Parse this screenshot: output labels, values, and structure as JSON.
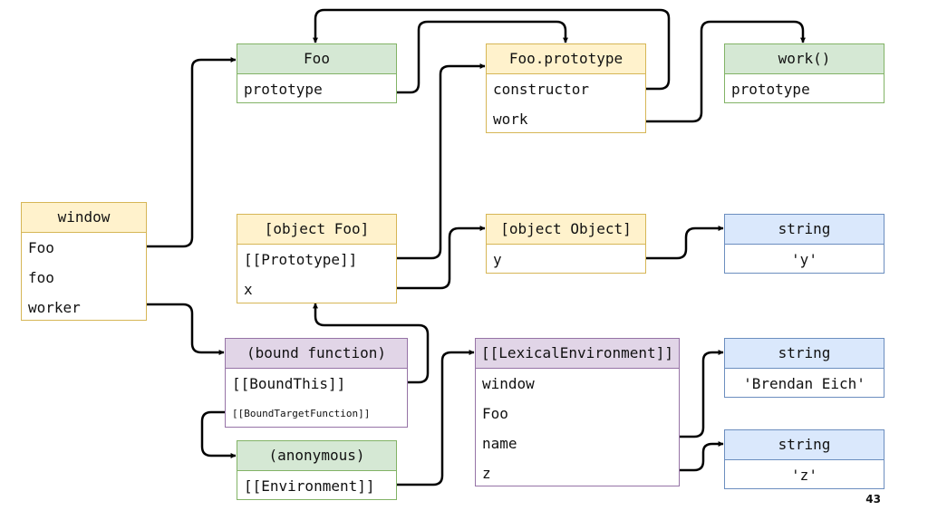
{
  "boxes": {
    "window": {
      "title": "window",
      "rows": [
        "Foo",
        "foo",
        "worker"
      ]
    },
    "foo_fn": {
      "title": "Foo",
      "rows": [
        "prototype"
      ]
    },
    "foo_prototype": {
      "title": "Foo.prototype",
      "rows": [
        "constructor",
        "work"
      ]
    },
    "work_fn": {
      "title": "work()",
      "rows": [
        "prototype"
      ]
    },
    "object_foo": {
      "title": "[object Foo]",
      "rows": [
        "[[Prototype]]",
        "x"
      ]
    },
    "object_object": {
      "title": "[object Object]",
      "rows": [
        "y"
      ]
    },
    "string_y": {
      "title": "string",
      "rows": [
        "'y'"
      ]
    },
    "bound_function": {
      "title": "(bound function)",
      "rows": [
        "[[BoundThis]]",
        "[[BoundTargetFunction]]"
      ]
    },
    "lexical_env": {
      "title": "[[LexicalEnvironment]]",
      "rows": [
        "window",
        "Foo",
        "name",
        "z"
      ]
    },
    "string_brendan": {
      "title": "string",
      "rows": [
        "'Brendan Eich'"
      ]
    },
    "anonymous": {
      "title": "(anonymous)",
      "rows": [
        "[[Environment]]"
      ]
    },
    "string_z": {
      "title": "string",
      "rows": [
        "'z'"
      ]
    }
  },
  "colors": {
    "yellow_fill": "#fff2cc",
    "yellow_stroke": "#d6b656",
    "green_fill": "#d5e8d4",
    "green_stroke": "#82b366",
    "blue_fill": "#dae8fc",
    "blue_stroke": "#6c8ebf",
    "purple_fill": "#e1d5e7",
    "purple_stroke": "#9673a6",
    "arrow": "#000000"
  },
  "footer": {
    "page_number": "43"
  }
}
